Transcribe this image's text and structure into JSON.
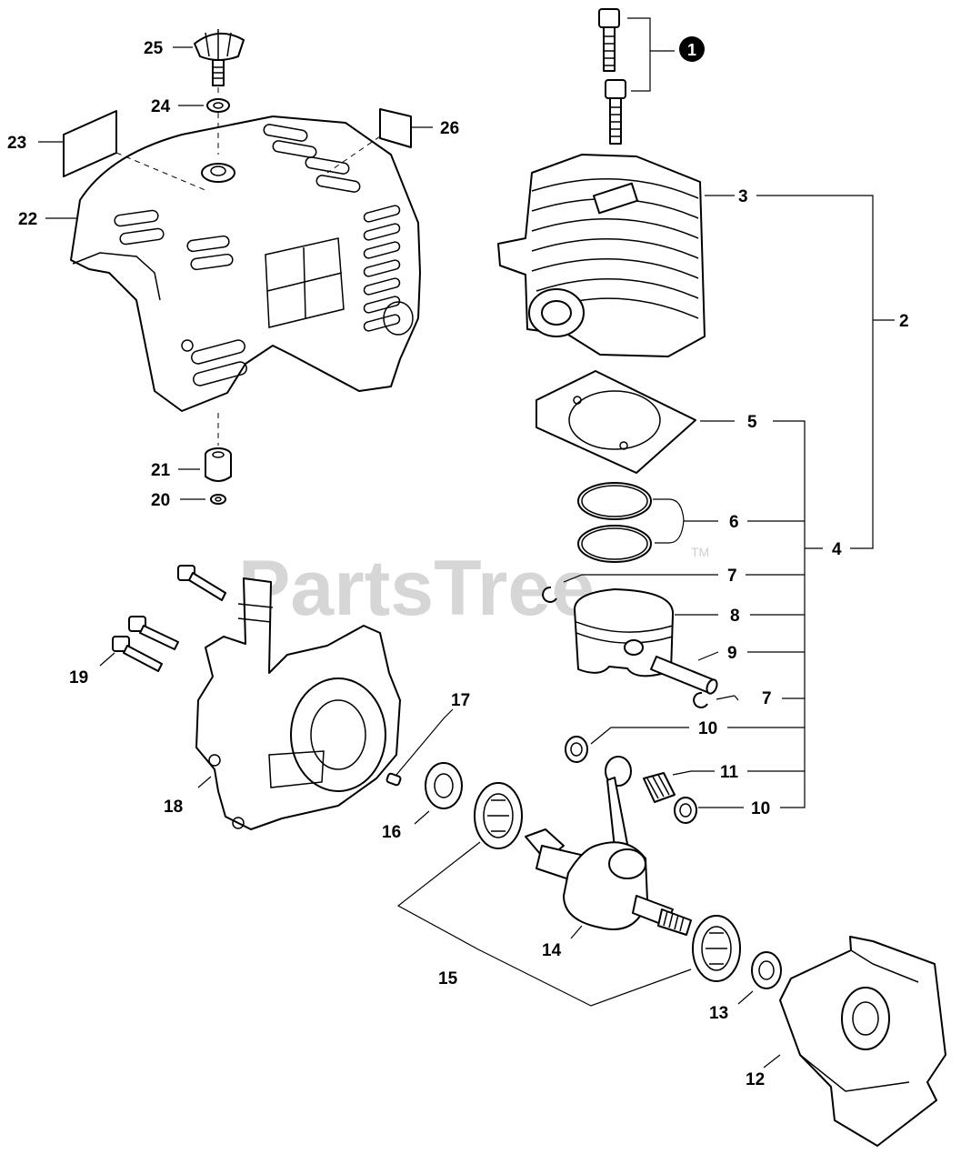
{
  "watermark": {
    "text": "PartsTree",
    "trademark": "TM"
  },
  "callouts": {
    "c1": "1",
    "c2": "2",
    "c3": "3",
    "c4": "4",
    "c5": "5",
    "c6": "6",
    "c7a": "7",
    "c7b": "7",
    "c8": "8",
    "c9": "9",
    "c10a": "10",
    "c10b": "10",
    "c11": "11",
    "c12": "12",
    "c13": "13",
    "c14": "14",
    "c15": "15",
    "c16": "16",
    "c17": "17",
    "c18": "18",
    "c19": "19",
    "c20": "20",
    "c21": "21",
    "c22": "22",
    "c23": "23",
    "c24": "24",
    "c25": "25",
    "c26": "26"
  }
}
